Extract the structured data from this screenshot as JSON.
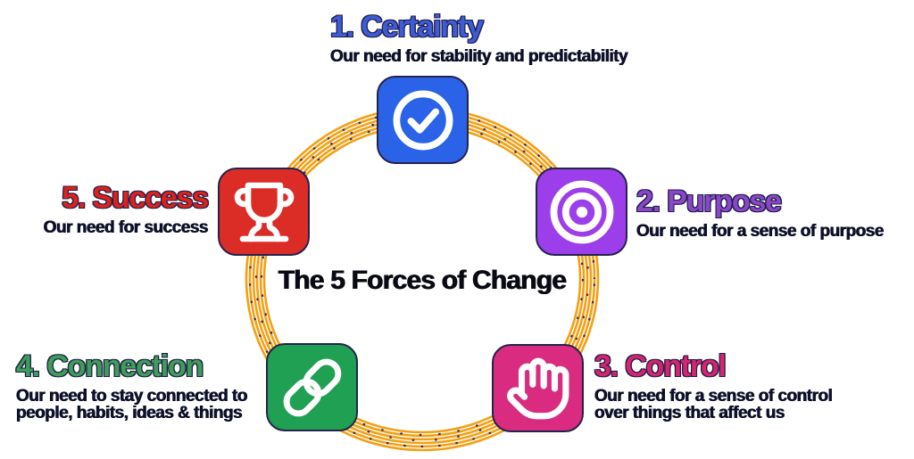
{
  "title": "The 5 Forces of Change",
  "ring": {
    "color": "#F49F13",
    "dash_color": "#2E2E5C"
  },
  "nodes": [
    {
      "id": "certainty",
      "heading": "1. Certainty",
      "sub1": "Our need for stability and predictability",
      "color": "#2A63E8",
      "heading_color": "#3E5CD8",
      "icon": "check-circle-icon"
    },
    {
      "id": "purpose",
      "heading": "2. Purpose",
      "sub1": "Our need for a sense of purpose",
      "color": "#9C3EE9",
      "heading_color": "#8B46C9",
      "icon": "target-icon"
    },
    {
      "id": "control",
      "heading": "3. Control",
      "sub1": "Our need for a sense of control",
      "sub2": "over things that affect us",
      "color": "#D92C80",
      "heading_color": "#D7246F",
      "icon": "hand-icon"
    },
    {
      "id": "connection",
      "heading": "4. Connection",
      "sub1": "Our need to stay connected to",
      "sub2": "people, habits, ideas & things",
      "color": "#1FA053",
      "heading_color": "#3E9D58",
      "icon": "link-icon"
    },
    {
      "id": "success",
      "heading": "5. Success",
      "sub1": "Our need for success",
      "color": "#DB2C26",
      "heading_color": "#DE211D",
      "icon": "trophy-icon"
    }
  ]
}
